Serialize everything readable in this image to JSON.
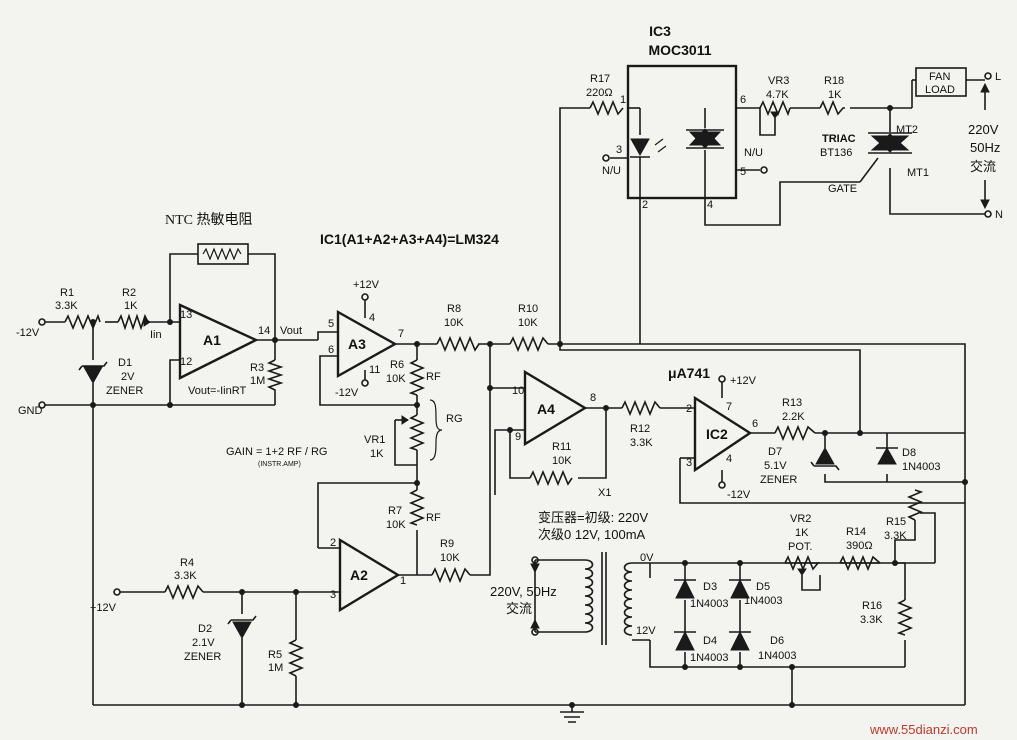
{
  "ic_labels": {
    "ic3_ref": "IC3",
    "ic3_part": "MOC3011",
    "ic1_def": "IC1(A1+A2+A3+A4)=LM324",
    "ic2_part": "μA741",
    "ic2_ref": "IC2"
  },
  "opamps": {
    "a1": "A1",
    "a2": "A2",
    "a3": "A3",
    "a4": "A4"
  },
  "components": {
    "r1": "R1",
    "r1_val": "3.3K",
    "r2": "R2",
    "r2_val": "1K",
    "r3": "R3",
    "r3_val": "1M",
    "r4": "R4",
    "r4_val": "3.3K",
    "r5": "R5",
    "r5_val": "1M",
    "r6": "R6",
    "r6_val": "10K",
    "r7": "R7",
    "r7_val": "10K",
    "r8": "R8",
    "r8_val": "10K",
    "r9": "R9",
    "r9_val": "10K",
    "r10": "R10",
    "r10_val": "10K",
    "r11": "R11",
    "r11_val": "10K",
    "r12": "R12",
    "r12_val": "3.3K",
    "r13": "R13",
    "r13_val": "2.2K",
    "r14": "R14",
    "r14_val": "390Ω",
    "r15": "R15",
    "r15_val": "3.3K",
    "r16": "R16",
    "r16_val": "3.3K",
    "r17": "R17",
    "r17_val": "220Ω",
    "r18": "R18",
    "r18_val": "1K",
    "vr1": "VR1",
    "vr1_val": "1K",
    "vr2": "VR2",
    "vr2_val": "1K",
    "vr2_type": "POT.",
    "vr3": "VR3",
    "vr3_val": "4.7K",
    "d1": "D1",
    "d1_val": "2V",
    "d1_type": "ZENER",
    "d2": "D2",
    "d2_val": "2.1V",
    "d2_type": "ZENER",
    "d3": "D3",
    "d3_val": "1N4003",
    "d4": "D4",
    "d4_val": "1N4003",
    "d5": "D5",
    "d5_val": "1N4003",
    "d6": "D6",
    "d6_val": "1N4003",
    "d7": "D7",
    "d7_val": "5.1V",
    "d7_type": "ZENER",
    "d8": "D8",
    "d8_val": "1N4003",
    "ntc": "NTC 热敏电阻",
    "triac": "TRIAC",
    "triac_part": "BT136",
    "fan_load_1": "FAN",
    "fan_load_2": "LOAD"
  },
  "rails": {
    "neg12_left": "-12V",
    "gnd": "GND",
    "pos12_a3": "+12V",
    "neg12_a3": "-12V",
    "pos12_ic2": "+12V",
    "neg12_ic2": "-12V",
    "pos12_left": "+12V"
  },
  "pins": {
    "a1_13": "13",
    "a1_12": "12",
    "a1_14": "14",
    "a3_5": "5",
    "a3_6": "6",
    "a3_4": "4",
    "a3_11": "11",
    "a3_7": "7",
    "a4_10": "10",
    "a4_9": "9",
    "a4_8": "8",
    "a2_2": "2",
    "a2_3": "3",
    "a2_1": "1",
    "ic2_2": "2",
    "ic2_3": "3",
    "ic2_7": "7",
    "ic2_4": "4",
    "ic2_6": "6",
    "ic3_1": "1",
    "ic3_2": "2",
    "ic3_3": "3",
    "ic3_4": "4",
    "ic3_5": "5",
    "ic3_6": "6"
  },
  "notes": {
    "in": "Iin",
    "vout_a1": "Vout=-IinRT",
    "vout_node": "Vout",
    "gain": "GAIN = 1+2 RF / RG",
    "gain_sub": "(INSTR.AMP)",
    "rf1": "RF",
    "rf2": "RF",
    "rg": "RG",
    "x1": "X1",
    "nu1": "N/U",
    "nu2": "N/U",
    "mt1": "MT1",
    "mt2": "MT2",
    "gate": "GATE",
    "l": "L",
    "n": "N",
    "ac_right_1": "220V",
    "ac_right_2": "50Hz",
    "ac_right_3": "交流",
    "xfmr_1": "变压器=初级: 220V",
    "xfmr_2": "次级0   12V, 100mA",
    "ac_in_1": "220V, 50Hz",
    "ac_in_2": "交流",
    "sec_0v": "0V",
    "sec_12v": "12V",
    "watermark": "www.55dianzi.com"
  }
}
